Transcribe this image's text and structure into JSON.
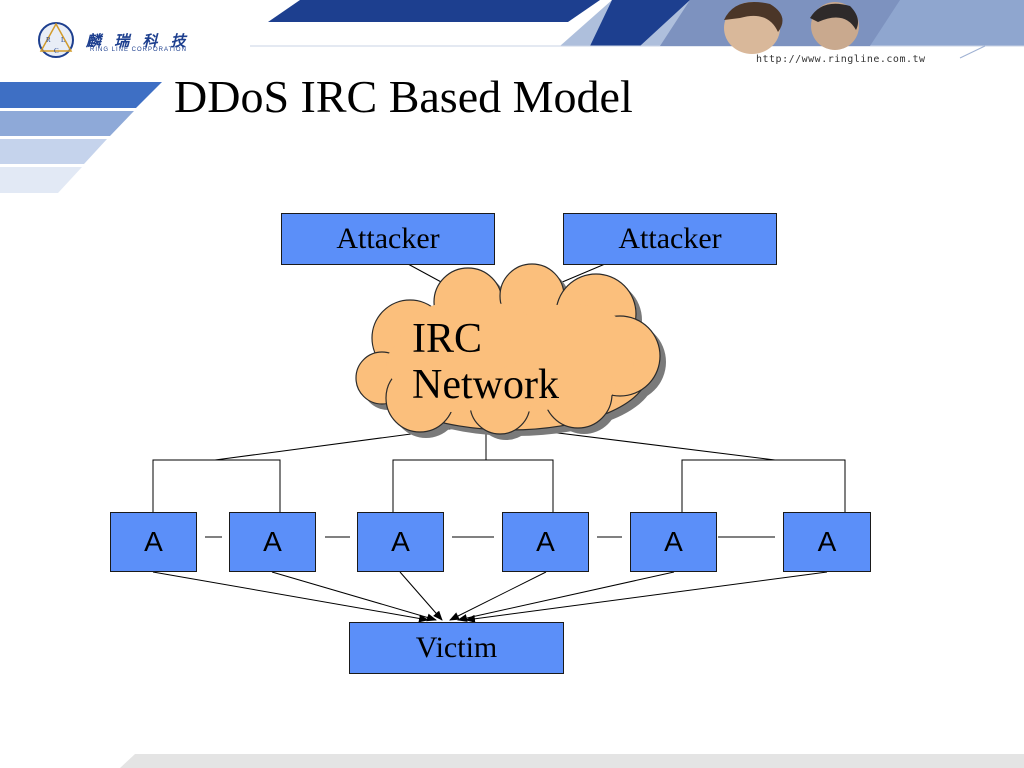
{
  "header": {
    "logo_text": "麟 瑞 科 技",
    "logo_subtext": "RING LINE CORPORATION",
    "logo_letters": [
      "R",
      "L",
      "C"
    ],
    "url": "http://www.ringline.com.tw"
  },
  "slide": {
    "title": "DDoS IRC Based Model"
  },
  "diagram": {
    "attackers": [
      {
        "label": "Attacker"
      },
      {
        "label": "Attacker"
      }
    ],
    "cloud": {
      "line1": "IRC",
      "line2": "Network"
    },
    "agents": [
      {
        "label": "A"
      },
      {
        "label": "A"
      },
      {
        "label": "A"
      },
      {
        "label": "A"
      },
      {
        "label": "A"
      },
      {
        "label": "A"
      }
    ],
    "victim": {
      "label": "Victim"
    }
  },
  "colors": {
    "box_fill": "#5b8ff9",
    "cloud_fill": "#fbbf7c",
    "banner_blue": "#1d3f8f",
    "stripe_light": "#b8cbea"
  }
}
